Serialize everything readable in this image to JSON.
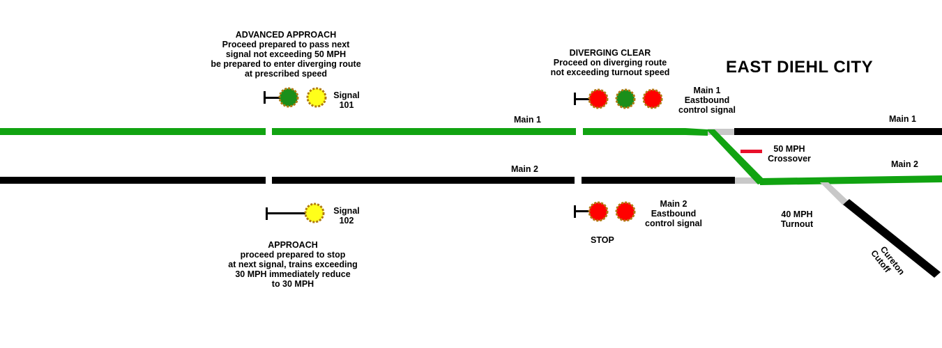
{
  "title": "EAST DIEHL CITY",
  "colors": {
    "track_clear": "#11a311",
    "track_occupied": "#000000",
    "track_gap": "#c8c8c8",
    "signal_green": "#1a8f1a",
    "signal_yellow": "#ffff1a",
    "signal_red": "#ff0000",
    "signal_rim": "#b07a10",
    "crossover_marker": "#e8102a"
  },
  "tracks": {
    "main1_left": "Main 1",
    "main2_left": "Main 2",
    "main1_right": "Main 1",
    "main2_right": "Main 2",
    "cutoff_line1": "Cureton",
    "cutoff_line2": "Cutoff"
  },
  "signal_101": {
    "name_line1": "Signal",
    "name_line2": "101",
    "aspects": [
      "green",
      "yellow"
    ],
    "aspect_name": "ADVANCED APPROACH",
    "description": [
      "Proceed prepared to pass next",
      "signal not exceeding 50 MPH",
      "be prepared to enter diverging route",
      "at prescribed speed"
    ]
  },
  "signal_102": {
    "name_line1": "Signal",
    "name_line2": "102",
    "aspects": [
      "yellow"
    ],
    "aspect_name": "APPROACH",
    "description": [
      "proceed prepared to stop",
      "at next signal, trains exceeding",
      "30 MPH immediately reduce",
      "to 30 MPH"
    ]
  },
  "main1_control": {
    "name_lines": [
      "Main 1",
      "Eastbound",
      "control signal"
    ],
    "aspects": [
      "red",
      "green",
      "red"
    ],
    "aspect_name": "DIVERGING CLEAR",
    "description": [
      "Proceed on diverging route",
      "not exceeding turnout speed"
    ]
  },
  "main2_control": {
    "name_lines": [
      "Main 2",
      "Eastbound",
      "control signal"
    ],
    "aspects": [
      "red",
      "red"
    ],
    "aspect_name": "STOP"
  },
  "crossover": {
    "line1": "50 MPH",
    "line2": "Crossover"
  },
  "turnout": {
    "line1": "40 MPH",
    "line2": "Turnout"
  }
}
